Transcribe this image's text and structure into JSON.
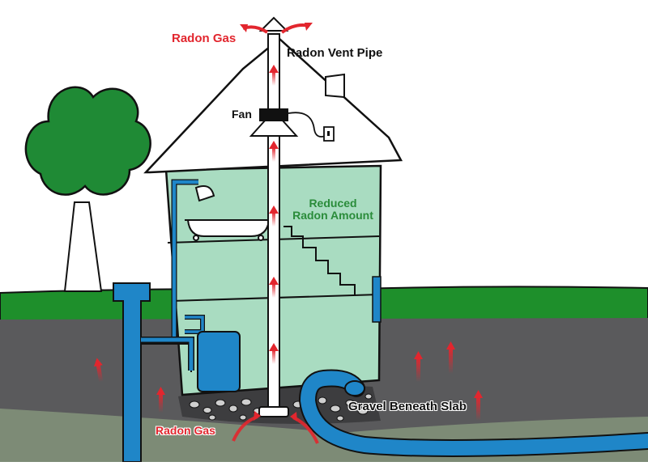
{
  "labels": {
    "radon_gas_top": "Radon Gas",
    "vent_pipe": "Radon Vent Pipe",
    "fan": "Fan",
    "reduced_line1": "Reduced",
    "reduced_line2": "Radon Amount",
    "gravel": "Gravel Beneath Slab",
    "radon_gas_bottom": "Radon Gas"
  },
  "colors": {
    "radon_red": "#e2262e",
    "water_pipe_blue": "#1f86c8",
    "house_interior_green": "#a9dcc1",
    "grass_green": "#1e8f2b",
    "tree_green": "#1f8a35",
    "soil_dark": "#5a5a5c",
    "label_green": "#2a8c3a"
  }
}
